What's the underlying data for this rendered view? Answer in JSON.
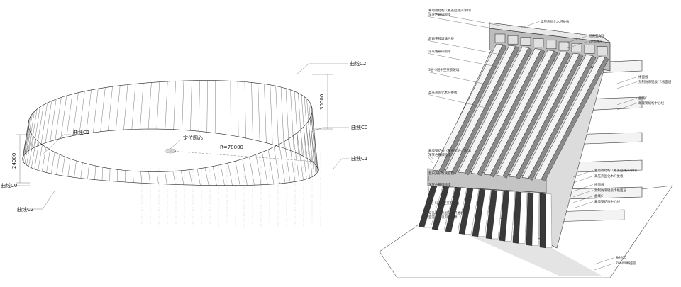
{
  "left_drawing": {
    "curve_c2_top": "曲线C2",
    "curve_c0_right": "曲线C0",
    "curve_c1_right": "曲线C1",
    "curve_c1_left": "曲线C1",
    "curve_c0_left": "曲线C0",
    "curve_c2_bottom": "曲线C2",
    "center_label": "定位圆心",
    "radius_label": "R=78000",
    "dim_right": "30000",
    "dim_left": "24000"
  },
  "right_drawing": {
    "callouts_left": [
      "幕墙钢结构（覆盖型防火涂料）",
      "深灰色氟碳喷漆",
      "超白夹胶玻璃栏板",
      "深灰色氟碳喷漆",
      "3层-5层中空夹胶玻璃",
      "高压热固化木纤维板",
      "幕墙钢结构（覆盖型防火涂料）",
      "深灰色氟碳喷漆",
      "超白夹胶玻璃栏板",
      "深灰色氟碳喷漆",
      "3层-5层中空夹胶玻璃",
      "穿孔高压热固化木纤维板",
      "室内侧为吸声防火棉"
    ],
    "callouts_right": [
      "高压热固化木纤维板",
      "随窗型光伏",
      "20%透光",
      "楼面线",
      "预制防滑铝板/卡板面层",
      "曲线C",
      "幕墙钢结构中心线",
      "幕墙钢结构（覆盖型防火涂料）",
      "高压热固化木纤维板",
      "楼面线",
      "预制防滑铝板卡板面层",
      "曲线C",
      "幕墙钢结构中心线",
      "曲线C0",
      "78000半径圆"
    ]
  }
}
